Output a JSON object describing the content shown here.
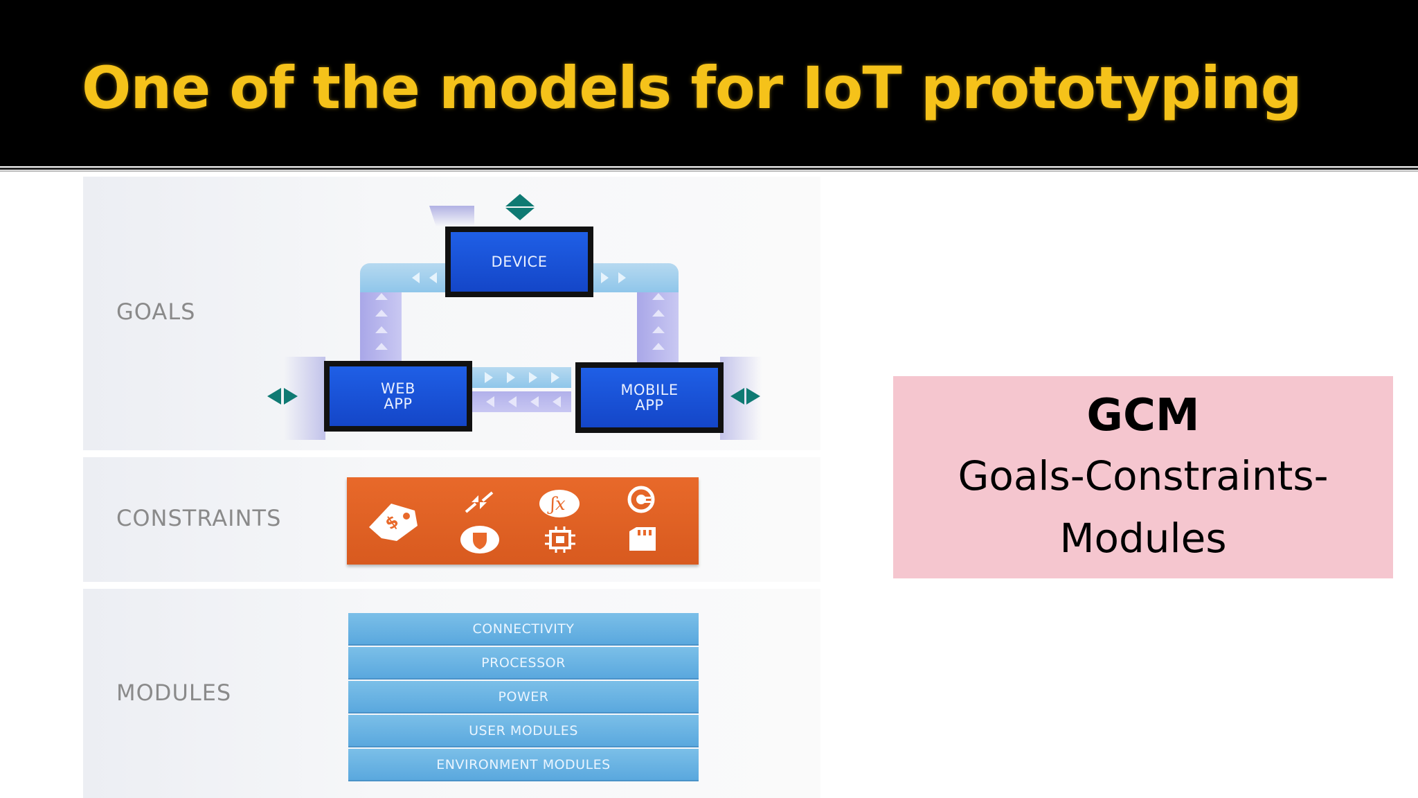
{
  "slide": {
    "title": "One of the models for IoT prototyping"
  },
  "diagram": {
    "goals_label": "GOALS",
    "constraints_label": "CONSTRAINTS",
    "modules_label": "MODULES",
    "device_label": "DEVICE",
    "web_app_label": "WEB\nAPP",
    "mobile_app_label": "MOBILE\nAPP",
    "constraint_icons": [
      "price-tag-icon",
      "compress-icon",
      "function-icon",
      "power-plug-icon",
      "security-shield-icon",
      "chip-icon",
      "memory-card-icon"
    ],
    "modules": [
      "CONNECTIVITY",
      "PROCESSOR",
      "POWER",
      "USER MODULES",
      "ENVIRONMENT MODULES"
    ],
    "colors": {
      "box_blue": "#1f5fe6",
      "constraints_orange": "#e8692a",
      "module_blue": "#6bb5e4",
      "arrow_teal": "#0f7a73"
    }
  },
  "gcm": {
    "title": "GCM",
    "line1": "Goals-Constraints-",
    "line2": "Modules",
    "background": "#f5c6cf"
  }
}
